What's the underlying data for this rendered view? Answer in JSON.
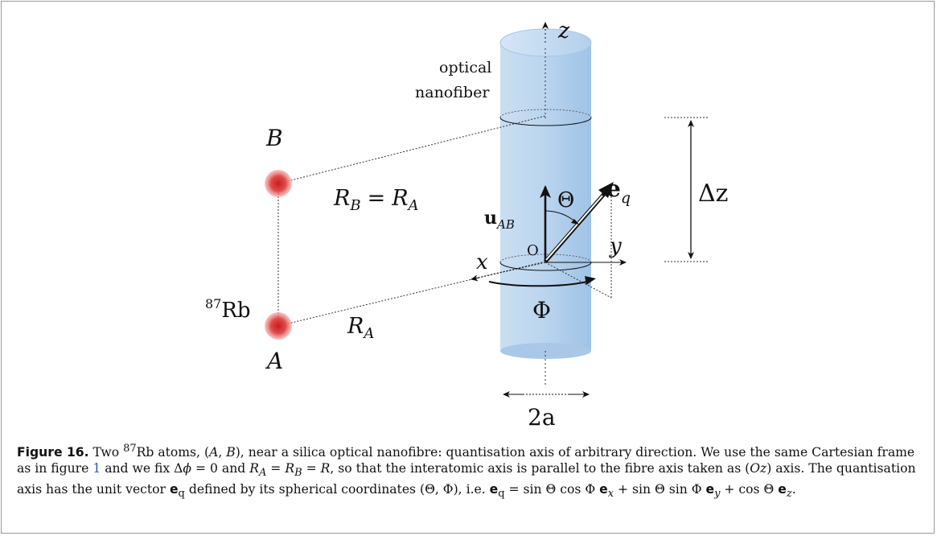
{
  "figure": {
    "labels": {
      "z_axis": "z",
      "fiber_name_line1": "optical",
      "fiber_name_line2": "nanofiber",
      "atom_b": "B",
      "atom_a": "A",
      "rb_species": "87Rb",
      "rb_mass": "87",
      "rb_symbol": "Rb",
      "rb_equal": "R_B = R_A",
      "rb_equal_R1": "R",
      "rb_equal_sub1": "B",
      "rb_equal_mid": "=",
      "rb_equal_R2": "R",
      "rb_equal_sub2": "A",
      "ra": "R",
      "ra_sub": "A",
      "theta": "Θ",
      "phi": "Φ",
      "eq_vec": "e",
      "eq_sub": "q",
      "u_vec": "u",
      "u_sub": "AB",
      "origin": "O",
      "x_axis": "x",
      "y_axis": "y",
      "delta_z": "Δz",
      "two_a": "2a"
    },
    "colors": {
      "fiber_fill": "#bcd8f0",
      "fiber_edge": "#9cc0e2",
      "atom": "#d42a2a",
      "link": "#2a5db0"
    }
  },
  "caption": {
    "label": "Figure 16.",
    "s1": " Two ",
    "s1_sup": "87",
    "s2": "Rb atoms, (",
    "s2_a": "A",
    "s2_comma": ", ",
    "s2_b": "B",
    "s3": "), near a silica optical nanofibre: quantisation axis of arbitrary direction. We use the same Cartesian frame as in figure ",
    "fig_ref": "1",
    "s4": " and we fix Δ",
    "s4_phi": "ϕ",
    "s5": " = 0 and ",
    "s5_ra": "R",
    "s5_ra_sub": "A",
    "s5_eq1": " = ",
    "s5_rb": "R",
    "s5_rb_sub": "B",
    "s5_eq2": " = ",
    "s5_r": "R",
    "s6": ", so that the interatomic axis is parallel to the fibre axis taken as (",
    "s6_oz": "Oz",
    "s7": ") axis. The quantisation axis has the unit vector ",
    "s7_e": "e",
    "s7_q": "q",
    "s8": " defined by its spherical coordinates (Θ, Φ), i.e. ",
    "s8_e": "e",
    "s8_q": "q",
    "s9": " = sin Θ cos Φ ",
    "s9_e": "e",
    "s9_x": "x",
    "s10": " + sin Θ sin Φ ",
    "s10_e": "e",
    "s10_y": "y",
    "s11": " + cos Θ ",
    "s11_e": "e",
    "s11_z": "z",
    "s12": "."
  }
}
